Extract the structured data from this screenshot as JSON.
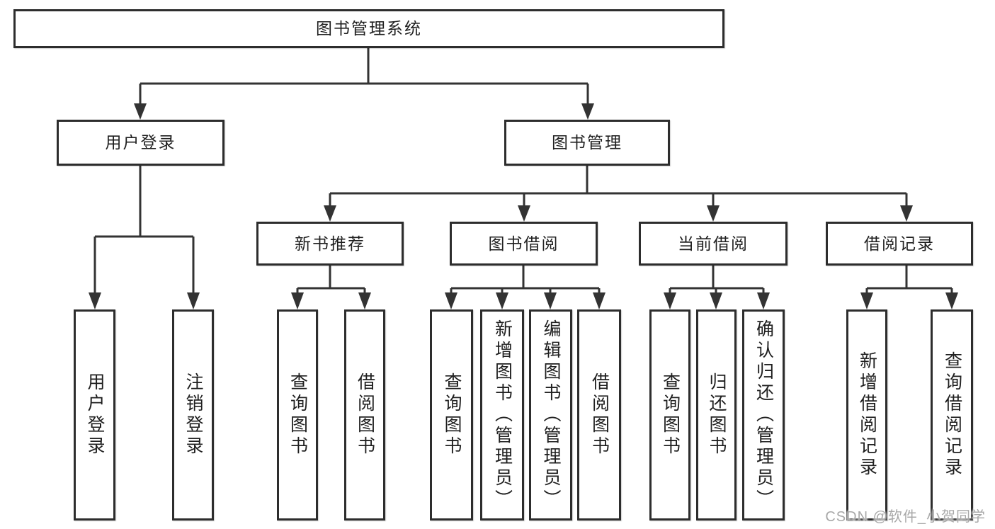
{
  "tree": {
    "root": {
      "label": "图书管理系统"
    },
    "branches": [
      {
        "label": "用户登录",
        "children": [
          {
            "label": "用户登录"
          },
          {
            "label": "注销登录"
          }
        ]
      },
      {
        "label": "图书管理",
        "children": [
          {
            "label": "新书推荐",
            "children": [
              {
                "label": "查询图书"
              },
              {
                "label": "借阅图书"
              }
            ]
          },
          {
            "label": "图书借阅",
            "children": [
              {
                "label": "查询图书"
              },
              {
                "label": "新增图书（管理员）"
              },
              {
                "label": "编辑图书（管理员）"
              },
              {
                "label": "借阅图书"
              }
            ]
          },
          {
            "label": "当前借阅",
            "children": [
              {
                "label": "查询图书"
              },
              {
                "label": "归还图书"
              },
              {
                "label": "确认归还（管理员）"
              }
            ]
          },
          {
            "label": "借阅记录",
            "children": [
              {
                "label": "新增借阅记录"
              },
              {
                "label": "查询借阅记录"
              }
            ]
          }
        ]
      }
    ]
  },
  "watermark": "CSDN @软件_小贺同学",
  "colors": {
    "background": "#ffffff",
    "box_border": "#2d2d2d",
    "connector_line": "#333333",
    "text": "#1f1f1f",
    "watermark": "#a8a8a8"
  }
}
